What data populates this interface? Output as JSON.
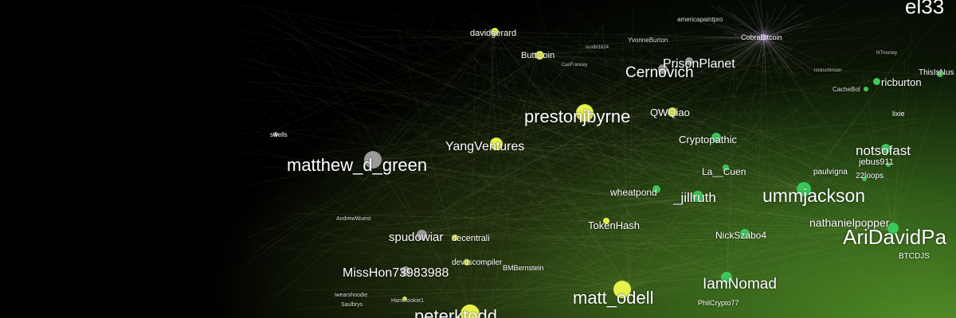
{
  "graph": {
    "colors": {
      "background": "#000000",
      "cluster_green": "#5a9628",
      "node_yellow": "#e6f04a",
      "node_green": "#3cc85a",
      "node_gray": "#9a9a9a",
      "node_violet": "#c8a0e0",
      "edge": "#b4c878"
    },
    "labels": {
      "el33": "el33",
      "davidgerard": "davidgerard",
      "americapaintpro": "americapaintpro",
      "cobracoin": "CobraBitcoin",
      "yvonneburton": "YvonneBurton",
      "buttcoin": "ButtCoin",
      "scotbl1824": "scotbl1824",
      "ntmoney": "NTmoney",
      "thisisnus": "ThisIsNus",
      "casfrancey": "CasFrancey",
      "prisonplanet": "PrisonPlanet",
      "cernovich": "Cernovich",
      "nickschinson": "nickschinson",
      "ricburton": "ricburton",
      "cachebol": "CacheBol",
      "prestonjbyrne": "prestonjbyrne",
      "qwqiao": "QWQiao",
      "lixie": "lixie",
      "cryptopathic": "Cryptopathic",
      "swells": "swells",
      "yangventures": "YangVentures",
      "notsofast": "notsofast",
      "matthew_d_green": "matthew_d_green",
      "jebus911": "jebus911",
      "paulvigna": "paulvigna",
      "loops22": "22loops",
      "la_cuen": "La__Cuen",
      "wheatpond": "wheatpond",
      "jillruth": "_jillruth",
      "ummjackson": "ummjackson",
      "tokenhash": "TokenHash",
      "nathanielpopper": "nathanielpopper",
      "andrewwuest": "AndrewWuest",
      "nickszabo4": "NickSzabo4",
      "aridavidpa": "AriDavidPa",
      "spudowiar": "spudowiar",
      "decentrali": "decentrali",
      "btcdjs": "BTCDJS",
      "devilscompiler": "devilscompiler",
      "bmbernstein": "BMBernstein",
      "misshon": "MissHon73983988",
      "iamnomad": "IamNomad",
      "matt_odell": "matt_odell",
      "philcrypto77": "PhilCrypto77",
      "iwearshoodie": "iwearshoodie",
      "hanshookie1": "Hanshookie1",
      "saulbrys": "Saulbrys",
      "peterktodd": "peterktodd"
    }
  }
}
